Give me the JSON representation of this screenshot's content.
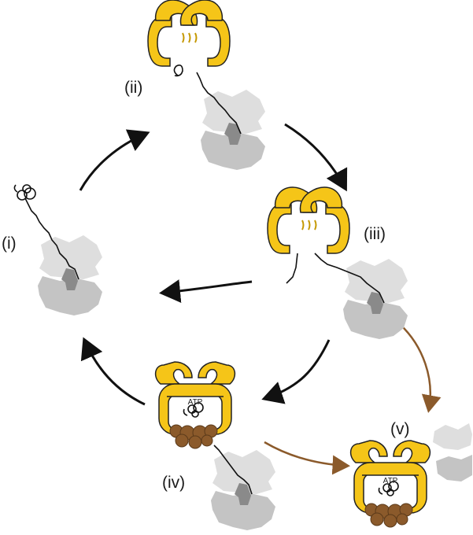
{
  "stages": [
    {
      "id": "i",
      "label": "(i)"
    },
    {
      "id": "ii",
      "label": "(ii)"
    },
    {
      "id": "iii",
      "label": "(iii)"
    },
    {
      "id": "iv",
      "label": "(iv)"
    },
    {
      "id": "v",
      "label": "(v)"
    }
  ],
  "atp_labels": [
    "ATP",
    "ATP"
  ],
  "colors": {
    "chaperone_yellow": "#f5c518",
    "chaperone_outline": "#222222",
    "ribosome_light": "#dedede",
    "ribosome_dark": "#c4c4c4",
    "ribosome_tunnel": "#8a8a8a",
    "cap_brown": "#8b5a2b",
    "arrow_black": "#111111",
    "arrow_brown": "#8b5a2b"
  }
}
